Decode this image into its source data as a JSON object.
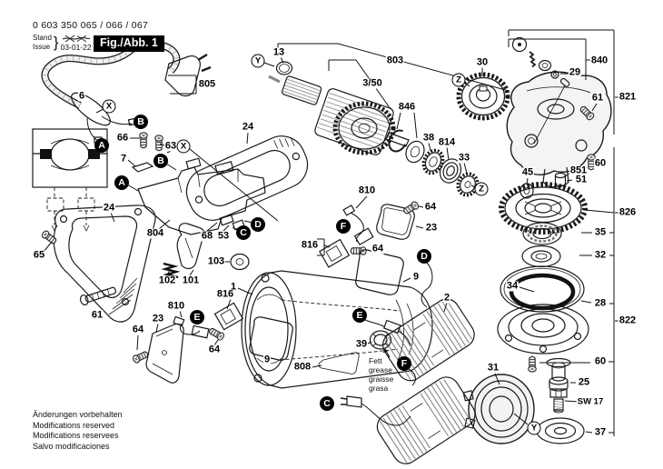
{
  "header": {
    "type_numbers": "0 603 350 065 / 066 / 067",
    "stand_label": "Stand",
    "issue_label": "Issue",
    "brace": "}",
    "issue_date": "03-01-22",
    "fig_label": "Fig./Abb. 1"
  },
  "notes": {
    "grease": [
      "Fett",
      "grease",
      "graisse",
      "grasa"
    ],
    "spanner": "SW 17",
    "footer": [
      "Änderungen vorbehalten",
      "Modifications reserved",
      "Modifications reservees",
      "Salvo modificaciones"
    ]
  },
  "parts": {
    "1": "1",
    "2": "2",
    "6": "6",
    "7": "7",
    "9": "9",
    "13": "13",
    "23": "23",
    "24": "24",
    "25": "25",
    "28": "28",
    "29": "29",
    "30": "30",
    "31": "31",
    "32": "32",
    "33": "33",
    "34": "34",
    "35": "35",
    "37": "37",
    "38": "38",
    "39": "39",
    "45": "45",
    "51": "51",
    "53": "53",
    "60": "60",
    "61": "61",
    "63": "63",
    "64": "64",
    "65": "65",
    "66": "66",
    "68": "68",
    "101": "101",
    "102": "102",
    "103": "103",
    "3_50": "3/50",
    "803": "803",
    "804": "804",
    "805": "805",
    "808": "808",
    "810": "810",
    "814": "814",
    "816": "816",
    "821": "821",
    "822": "822",
    "826": "826",
    "840": "840",
    "846": "846",
    "851": "851"
  },
  "badges": {
    "A": "A",
    "B": "B",
    "C": "C",
    "D": "D",
    "E": "E",
    "F": "F",
    "X": "X",
    "Y": "Y",
    "Z": "Z"
  }
}
